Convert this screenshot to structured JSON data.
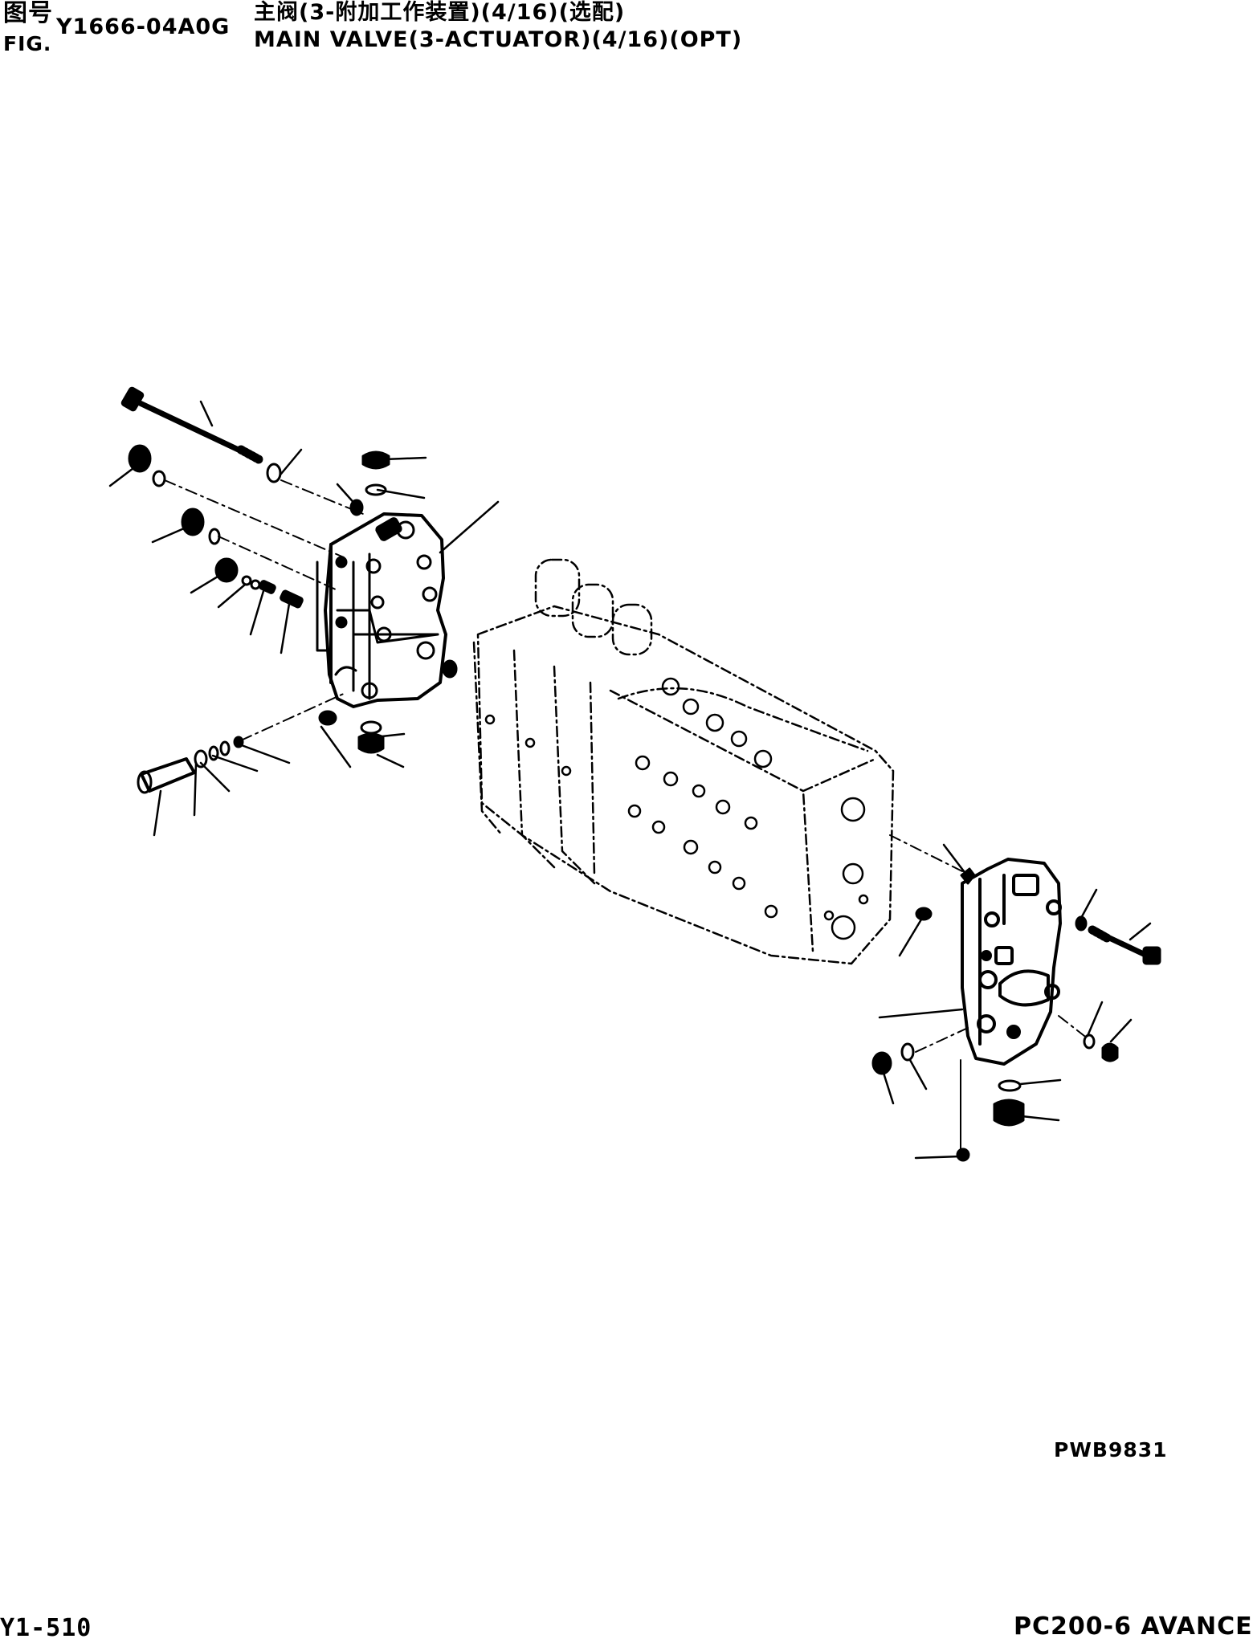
{
  "header": {
    "fig_label_cn": "图号",
    "fig_label_en": "FIG.",
    "fig_number": "Y1666-04A0G",
    "title_cn": "主阀(3-附加工作装置)(4/16)(选配)",
    "title_en": "MAIN VALVE(3-ACTUATOR)(4/16)(OPT)"
  },
  "drawing_code": "PWB9831",
  "footer": {
    "page_number": "Y1-510",
    "model_name": "PC200-6 AVANCE"
  }
}
